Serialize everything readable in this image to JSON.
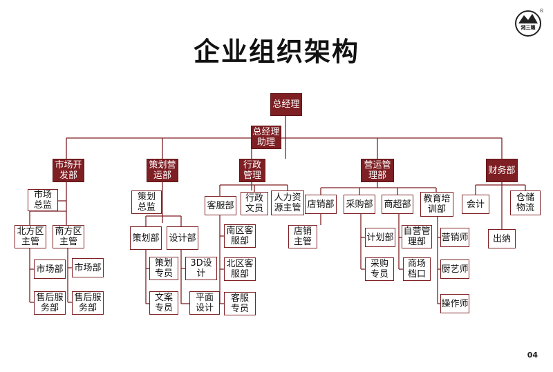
{
  "title": "企业组织架构",
  "page_number": "04",
  "logo": {
    "text": "湘三孃"
  },
  "nodes": {
    "gm": "总经理",
    "gm_assistant": "总经理\n助理",
    "market_dev": "市场开\n发部",
    "planning_ops": "策划营\n运部",
    "admin": "行政\n管理",
    "operations": "营运管\n理部",
    "finance": "财务部",
    "market_director": "市场\n总监",
    "north_manager": "北方区\n主管",
    "south_manager": "南方区\n主管",
    "north_market": "市场部",
    "south_market": "市场部",
    "north_after_sales": "售后服\n务部",
    "south_after_sales": "售后服\n务部",
    "planning_director": "策划\n总监",
    "planning_dept": "策划部",
    "design_dept": "设计部",
    "planning_specialist": "策划\n专员",
    "copywriting_specialist": "文案\n专员",
    "design_3d": "3D设\n计",
    "design_flat": "平面\n设计",
    "customer_service": "客服部",
    "admin_clerk": "行政\n文员",
    "hr_manager": "人力资\n源主管",
    "south_cs": "南区客\n服部",
    "north_cs": "北区客\n服部",
    "cs_specialist": "客服\n专员",
    "store_sales": "店销部",
    "purchasing": "采购部",
    "supermarket": "商超部",
    "training": "教育培\n训部",
    "store_manager": "店销\n主管",
    "planning_unit": "计划部",
    "self_managed": "自营管\n理部",
    "sales_trainer": "营销师",
    "purchase_specialist": "采购\n专员",
    "mall_counter": "商场\n档口",
    "chef": "厨艺师",
    "operator": "操作师",
    "accountant": "会计",
    "cashier": "出纳",
    "warehouse_logistics": "仓储\n物流"
  }
}
